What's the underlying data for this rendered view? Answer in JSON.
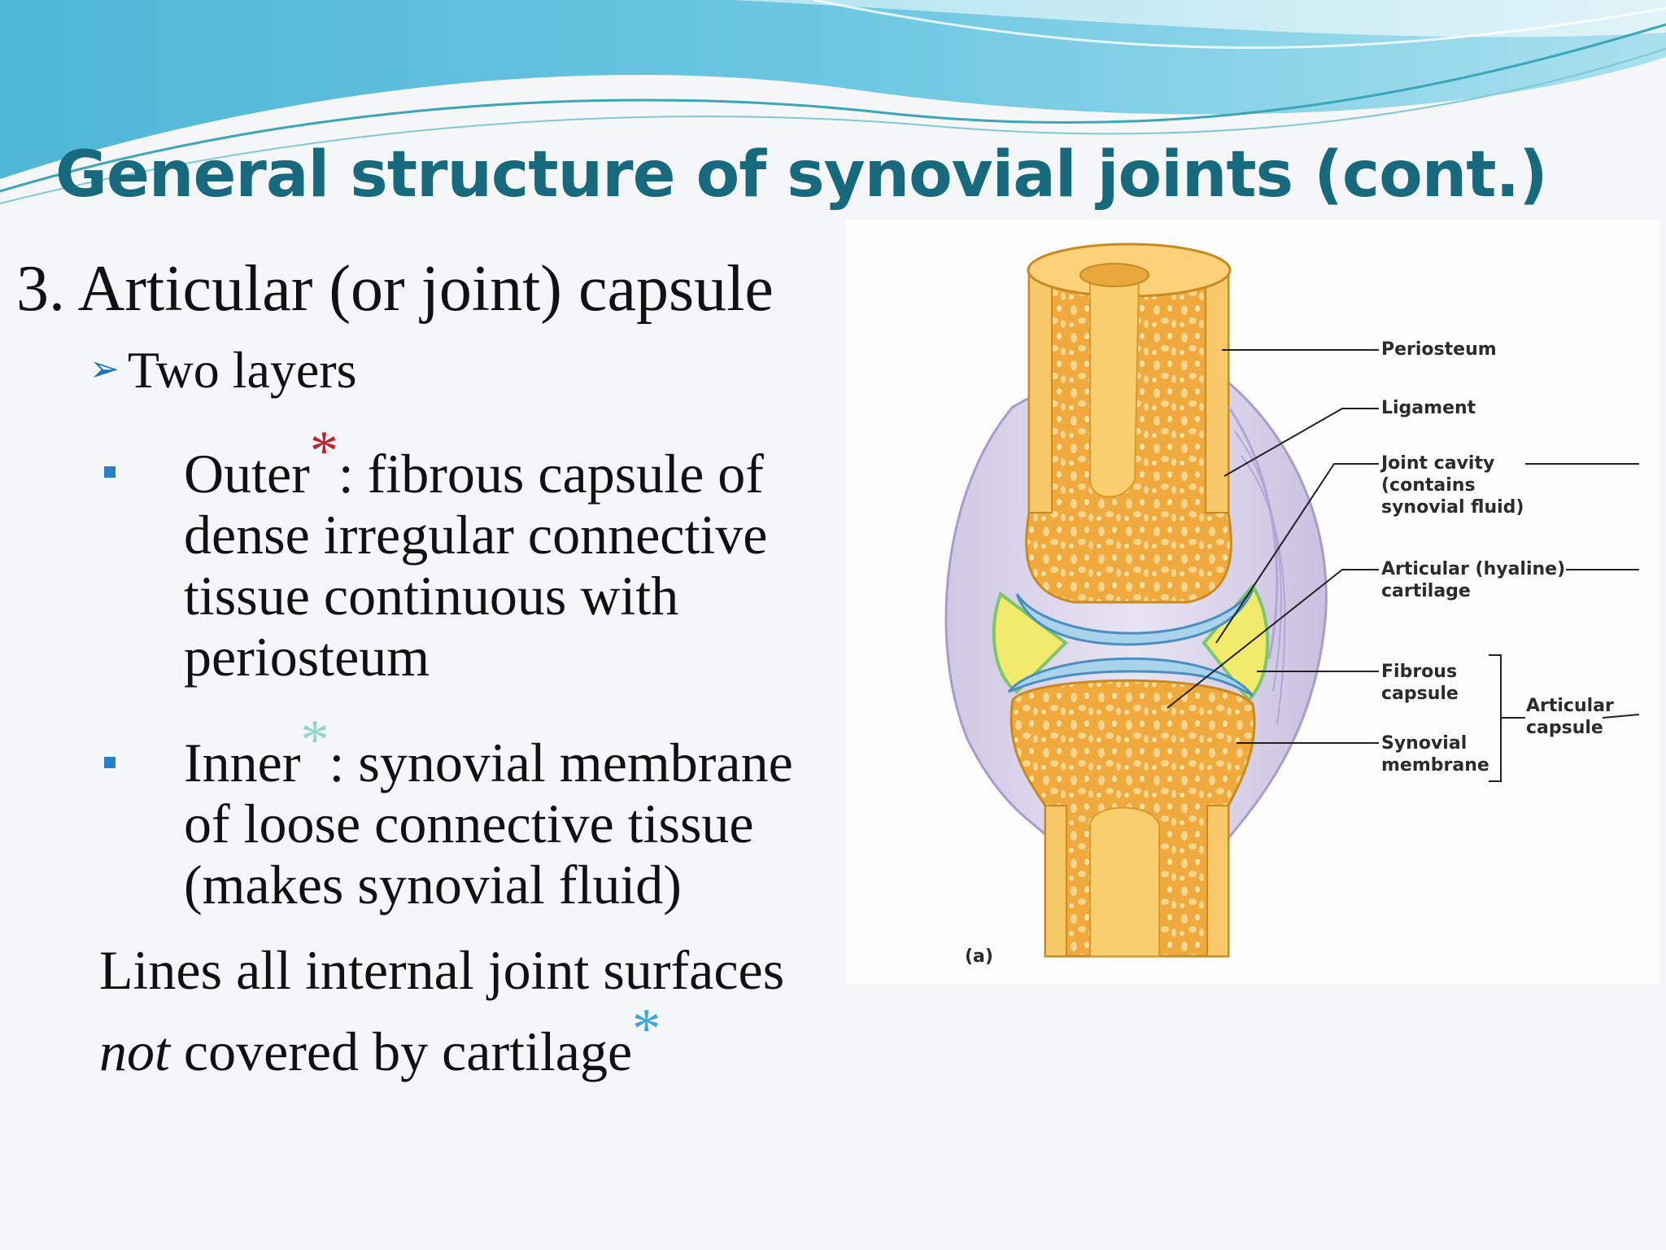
{
  "title": "General structure of synovial joints (cont.)",
  "heading": "3. Articular (or joint) capsule",
  "subheading": "Two layers",
  "outer": {
    "label": "Outer",
    "star": "*",
    "text_line1": ":  fibrous capsule of",
    "text_rest": "dense irregular connective tissue continuous with periosteum"
  },
  "inner": {
    "label": "Inner",
    "star": "*",
    "text_line1": ": synovial membrane",
    "text_rest": "of loose connective tissue (makes synovial fluid)"
  },
  "lines": {
    "line1": "Lines all internal joint surfaces",
    "emph": "not",
    "line2": " covered by cartilage",
    "star": "*"
  },
  "figure": {
    "labels": {
      "periosteum": "Periosteum",
      "ligament": "Ligament",
      "joint_cavity": "Joint cavity\n(contains\nsynovial fluid)",
      "articular_cartilage": "Articular (hyaline)\ncartilage",
      "fibrous_capsule": "Fibrous\ncapsule",
      "synovial_membrane": "Synovial\nmembrane",
      "articular_capsule": "Articular\ncapsule",
      "panel": "(a)"
    }
  },
  "colors": {
    "title": "#17697d",
    "bullet": "#2a80c8",
    "star_red": "#c0222a",
    "star_mint": "#8fd6cd",
    "star_blue": "#39a6de",
    "bone": "#f5b84a",
    "cartilage": "#a9d3ea",
    "synovial_fluid": "#f2ea6a"
  }
}
